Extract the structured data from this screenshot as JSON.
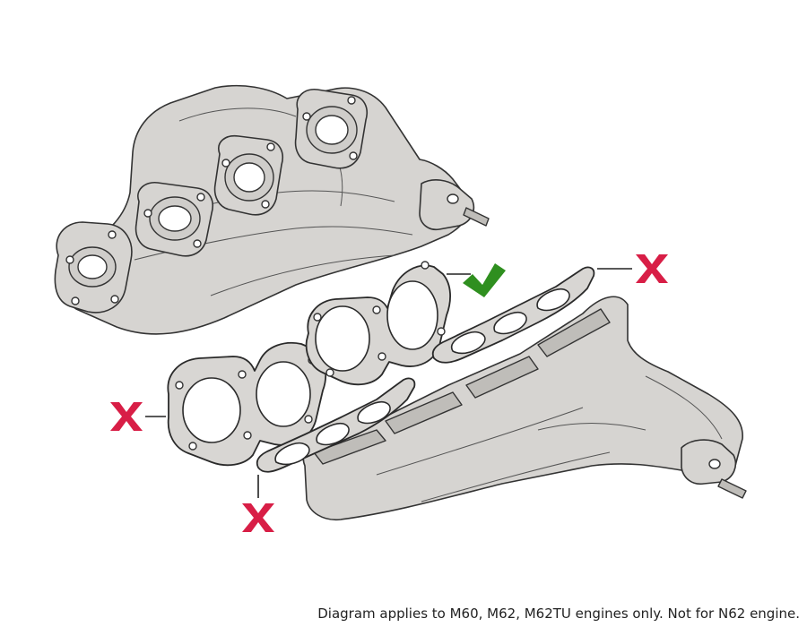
{
  "caption": "Diagram applies to M60, M62, M62TU engines only. Not for N62 engine.",
  "colors": {
    "check": "#2f8f1f",
    "cross": "#d81e46",
    "part_fill": "#d6d4d1",
    "outline": "#333333"
  },
  "icons": [
    "check-mark-icon",
    "x-mark-icon"
  ],
  "markers": [
    {
      "part": "gasket-top-right",
      "status": "correct",
      "icon": "check-mark-icon"
    },
    {
      "part": "gasket-top-far-right",
      "status": "incorrect",
      "icon": "x-mark-icon"
    },
    {
      "part": "gasket-left",
      "status": "incorrect",
      "icon": "x-mark-icon"
    },
    {
      "part": "gasket-bottom-left",
      "status": "incorrect",
      "icon": "x-mark-icon"
    }
  ]
}
